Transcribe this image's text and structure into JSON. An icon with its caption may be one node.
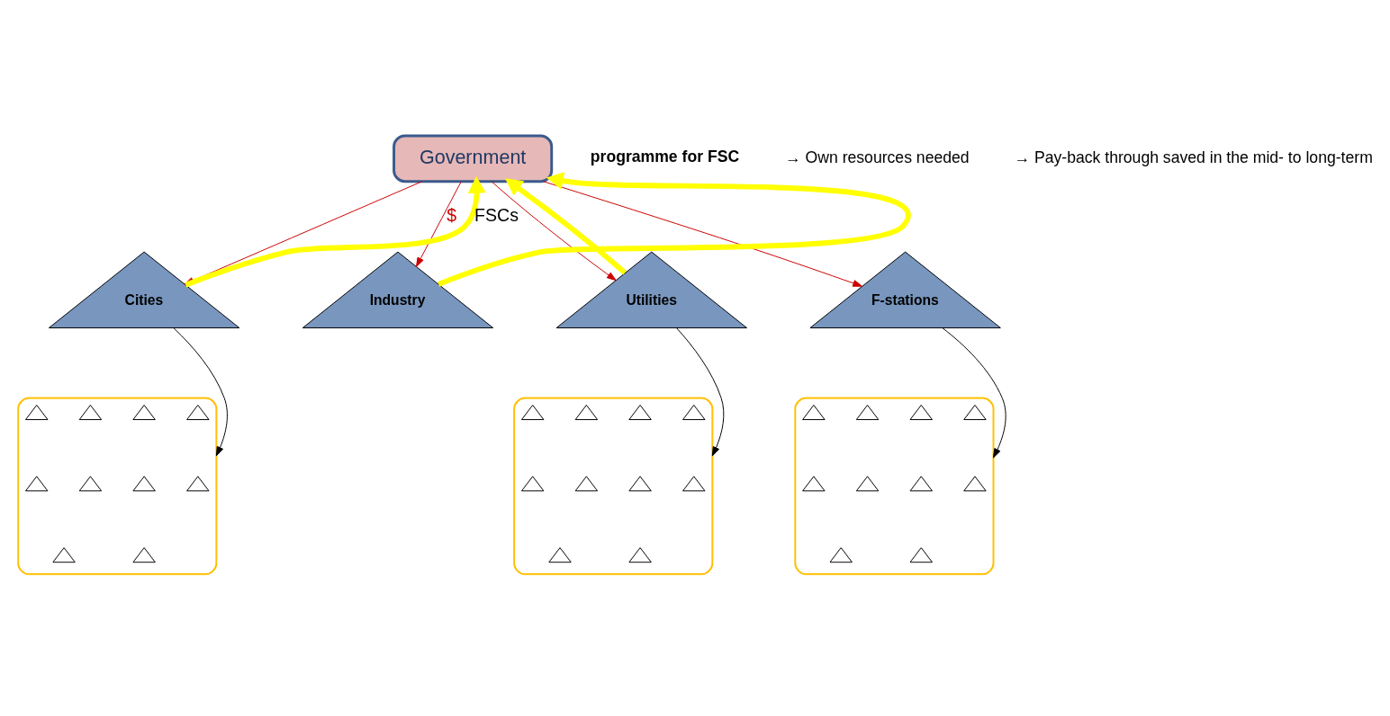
{
  "diagram": {
    "nodes": [
      {
        "text": [
          "Government"
        ]
      },
      {
        "text": [
          "Cities"
        ]
      },
      {
        "text": [
          "Industry"
        ]
      },
      {
        "text": [
          "Utilities"
        ]
      },
      {
        "text": [
          "F-stations"
        ]
      },
      {
        "text": [],
        "shape": "ellipse"
      },
      {
        "text": [],
        "shape": "triangle",
        "in": 5
      },
      {
        "text": [],
        "shape": "triangle",
        "in": 5
      },
      {
        "text": [],
        "shape": "triangle",
        "in": 5
      },
      {
        "text": [],
        "shape": "triangle",
        "in": 5
      },
      {
        "text": [],
        "shape": "triangle",
        "in": 5
      },
      {
        "text": [],
        "shape": "triangle",
        "in": 5
      },
      {
        "text": [],
        "shape": "triangle",
        "in": 5
      },
      {
        "text": [],
        "shape": "triangle",
        "in": 5
      },
      {
        "text": [],
        "shape": "triangle",
        "in": 5
      },
      {
        "text": [],
        "shape": "triangle",
        "in": 5
      },
      {
        "text": [],
        "shape": "ellipse"
      },
      {
        "text": [],
        "shape": "triangle",
        "in": 16
      },
      {
        "text": [],
        "shape": "triangle",
        "in": 16
      },
      {
        "text": [],
        "shape": "triangle",
        "in": 16
      },
      {
        "text": [],
        "shape": "triangle",
        "in": 16
      },
      {
        "text": [],
        "shape": "triangle",
        "in": 16
      },
      {
        "text": [],
        "shape": "triangle",
        "in": 16
      },
      {
        "text": [],
        "shape": "triangle",
        "in": 16
      },
      {
        "text": [],
        "shape": "triangle",
        "in": 16
      },
      {
        "text": [],
        "shape": "triangle",
        "in": 16
      },
      {
        "text": [],
        "shape": "triangle",
        "in": 16
      },
      {
        "text": [],
        "shape": "ellipse"
      },
      {
        "text": [],
        "shape": "triangle",
        "in": 27
      },
      {
        "text": [],
        "shape": "triangle",
        "in": 27
      },
      {
        "text": [],
        "shape": "triangle",
        "in": 27
      },
      {
        "text": [],
        "shape": "triangle",
        "in": 27
      },
      {
        "text": [],
        "shape": "triangle",
        "in": 27
      },
      {
        "text": [],
        "shape": "triangle",
        "in": 27
      },
      {
        "text": [],
        "shape": "triangle",
        "in": 27
      },
      {
        "text": [],
        "shape": "triangle",
        "in": 27
      },
      {
        "text": [],
        "shape": "triangle",
        "in": 27
      },
      {
        "text": [],
        "shape": "triangle",
        "in": 27
      }
    ],
    "edges": [
      {
        "from": 0,
        "to": 1,
        "arrow": "to",
        "color": "#cc0000"
      },
      {
        "from": 0,
        "to": 2,
        "arrow": "to",
        "color": "#cc0000",
        "label": "$"
      },
      {
        "from": 0,
        "to": 3,
        "arrow": "to",
        "color": "#cc0000"
      },
      {
        "from": 0,
        "to": 4,
        "arrow": "to",
        "color": "#cc0000"
      },
      {
        "from": 1,
        "to": 5,
        "arrow": "to",
        "color": "#000000"
      },
      {
        "from": 3,
        "to": 16,
        "arrow": "to",
        "color": "#000000"
      },
      {
        "from": 4,
        "to": 27,
        "arrow": "to",
        "color": "#000000"
      },
      {
        "from": 1,
        "to": 0,
        "arrow": "to",
        "style": "thick",
        "color": "#ffff00",
        "label": "FSCs"
      },
      {
        "from": 2,
        "to": 0,
        "arrow": "to",
        "style": "thick",
        "color": "#ffff00"
      },
      {
        "from": 3,
        "to": 0,
        "arrow": "to",
        "style": "thick",
        "color": "#ffff00"
      }
    ],
    "labels": [
      "programme for FSC",
      "→ Own resources needed",
      "→ Pay-back through saved in the mid- to long-term"
    ]
  }
}
